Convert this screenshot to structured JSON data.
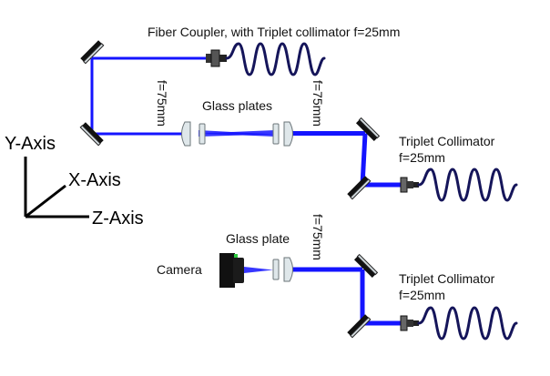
{
  "labels": {
    "fiber_coupler": "Fiber Coupler, with Triplet collimator f=25mm",
    "glass_plates": "Glass plates",
    "f75_left": "f=75mm",
    "f75_right": "f=75mm",
    "f75_bottom": "f=75mm",
    "triplet1_line1": "Triplet Collimator",
    "triplet1_line2": "f=25mm",
    "triplet2_line1": "Triplet Collimator",
    "triplet2_line2": "f=25mm",
    "glass_plate": "Glass plate",
    "camera": "Camera"
  },
  "axes": {
    "y": "Y-Axis",
    "x": "X-Axis",
    "z": "Z-Axis"
  },
  "colors": {
    "beam": "#1414ff",
    "fiber": "#15155a",
    "mirror_back": "#111111",
    "optic_glass": "#dfe7ea",
    "camera_body": "#111111",
    "camera_sensor": "#2ecc40"
  }
}
